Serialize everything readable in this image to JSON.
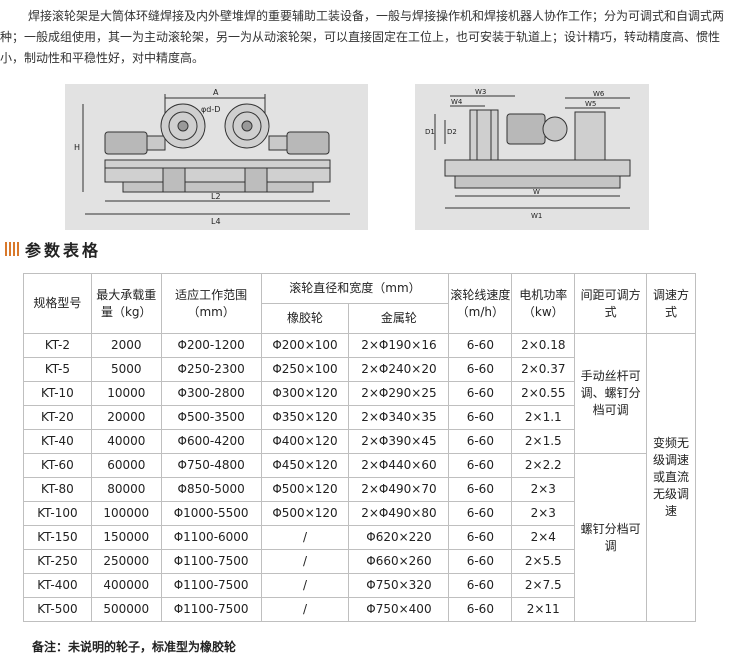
{
  "intro": {
    "text": "焊接滚轮架是大筒体环缝焊接及内外壁堆焊的重要辅助工装设备，一般与焊接操作机和焊接机器人协作工作；分为可调式和自调式两种；一般成组使用，其一为主动滚轮架，另一为从动滚轮架，可以直接固定在工位上，也可安装于轨道上；设计精巧，转动精度高、惯性小，制动性和平稳性好，对中精度高。"
  },
  "drawing": {
    "front_labels": {
      "a": "A",
      "d": "φd-D",
      "h": "H",
      "l2": "L2",
      "l4": "L4"
    },
    "side_labels": {
      "w3": "W3",
      "w4": "W4",
      "w6": "W6",
      "w5": "W5",
      "d1": "D1",
      "d2": "D2",
      "w": "W",
      "w1": "W1"
    }
  },
  "section": {
    "title": "参数表格"
  },
  "table": {
    "headers": {
      "model": "规格型号",
      "load": "最大承载重量（kg）",
      "range": "适应工作范围（mm）",
      "wheel": "滚轮直径和宽度（mm）",
      "rubber": "橡胶轮",
      "metal": "金属轮",
      "speed": "滚轮线速度（m/h）",
      "power": "电机功率（kw）",
      "adjust": "间距可调方式",
      "speed_mode": "调速方式"
    },
    "rows": [
      {
        "model": "KT-2",
        "load": "2000",
        "range": "Φ200-1200",
        "rubber": "Φ200×100",
        "metal": "2×Φ190×16",
        "speed": "6-60",
        "power": "2×0.18"
      },
      {
        "model": "KT-5",
        "load": "5000",
        "range": "Φ250-2300",
        "rubber": "Φ250×100",
        "metal": "2×Φ240×20",
        "speed": "6-60",
        "power": "2×0.37"
      },
      {
        "model": "KT-10",
        "load": "10000",
        "range": "Φ300-2800",
        "rubber": "Φ300×120",
        "metal": "2×Φ290×25",
        "speed": "6-60",
        "power": "2×0.55"
      },
      {
        "model": "KT-20",
        "load": "20000",
        "range": "Φ500-3500",
        "rubber": "Φ350×120",
        "metal": "2×Φ340×35",
        "speed": "6-60",
        "power": "2×1.1"
      },
      {
        "model": "KT-40",
        "load": "40000",
        "range": "Φ600-4200",
        "rubber": "Φ400×120",
        "metal": "2×Φ390×45",
        "speed": "6-60",
        "power": "2×1.5"
      },
      {
        "model": "KT-60",
        "load": "60000",
        "range": "Φ750-4800",
        "rubber": "Φ450×120",
        "metal": "2×Φ440×60",
        "speed": "6-60",
        "power": "2×2.2"
      },
      {
        "model": "KT-80",
        "load": "80000",
        "range": "Φ850-5000",
        "rubber": "Φ500×120",
        "metal": "2×Φ490×70",
        "speed": "6-60",
        "power": "2×3"
      },
      {
        "model": "KT-100",
        "load": "100000",
        "range": "Φ1000-5500",
        "rubber": "Φ500×120",
        "metal": "2×Φ490×80",
        "speed": "6-60",
        "power": "2×3"
      },
      {
        "model": "KT-150",
        "load": "150000",
        "range": "Φ1100-6000",
        "rubber": "/",
        "metal": "Φ620×220",
        "speed": "6-60",
        "power": "2×4"
      },
      {
        "model": "KT-250",
        "load": "250000",
        "range": "Φ1100-7500",
        "rubber": "/",
        "metal": "Φ660×260",
        "speed": "6-60",
        "power": "2×5.5"
      },
      {
        "model": "KT-400",
        "load": "400000",
        "range": "Φ1100-7500",
        "rubber": "/",
        "metal": "Φ750×320",
        "speed": "6-60",
        "power": "2×7.5"
      },
      {
        "model": "KT-500",
        "load": "500000",
        "range": "Φ1100-7500",
        "rubber": "/",
        "metal": "Φ750×400",
        "speed": "6-60",
        "power": "2×11"
      }
    ],
    "adjust_group1": "手动丝杆可调、螺钉分档可调",
    "adjust_group2": "螺钉分档可调",
    "speed_mode_all": "变频无级调速或直流无级调速"
  },
  "note": "备注：未说明的轮子，标准型为橡胶轮",
  "colors": {
    "accent": "#d9792b",
    "border": "#bfbfbf",
    "figure_bg": "#e2e2e2"
  }
}
